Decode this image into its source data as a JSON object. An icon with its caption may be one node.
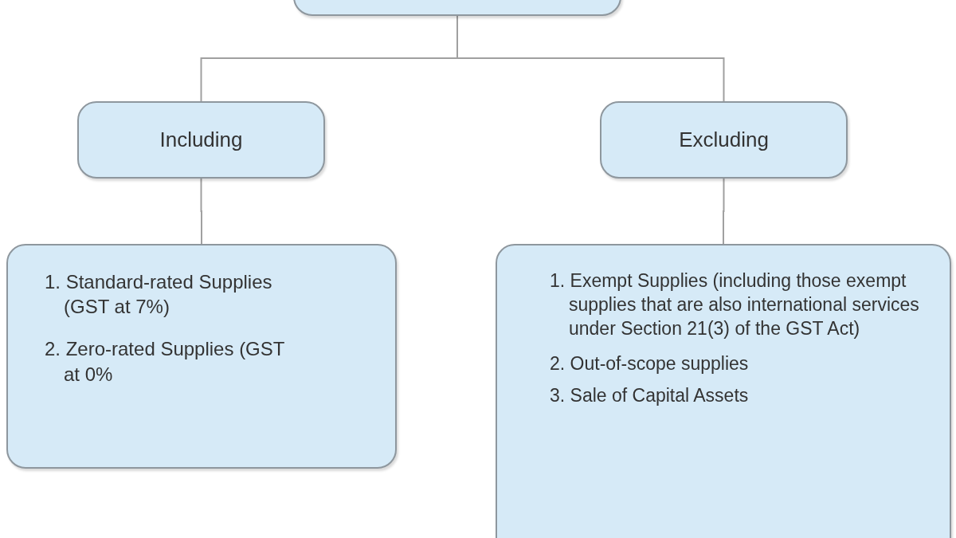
{
  "diagram": {
    "nodes": [
      {
        "text": [],
        "shape": "box"
      },
      {
        "text": [
          "Including"
        ]
      },
      {
        "text": [
          "Excluding"
        ]
      },
      {
        "text": [
          "1. Standard-rated Supplies (GST at 7%)",
          "2. Zero-rated Supplies (GST at 0%"
        ]
      },
      {
        "text": [
          "1. Exempt Supplies (including those exempt supplies that are also international services under Section 21(3) of the GST Act)",
          "2. Out-of-scope supplies",
          "3. Sale of Capital Assets"
        ]
      }
    ],
    "edges": [
      {
        "from": 0,
        "to": 1,
        "arrow": "none"
      },
      {
        "from": 0,
        "to": 2,
        "arrow": "none"
      },
      {
        "from": 1,
        "to": 3,
        "arrow": "none"
      },
      {
        "from": 2,
        "to": 4,
        "arrow": "none"
      }
    ]
  }
}
